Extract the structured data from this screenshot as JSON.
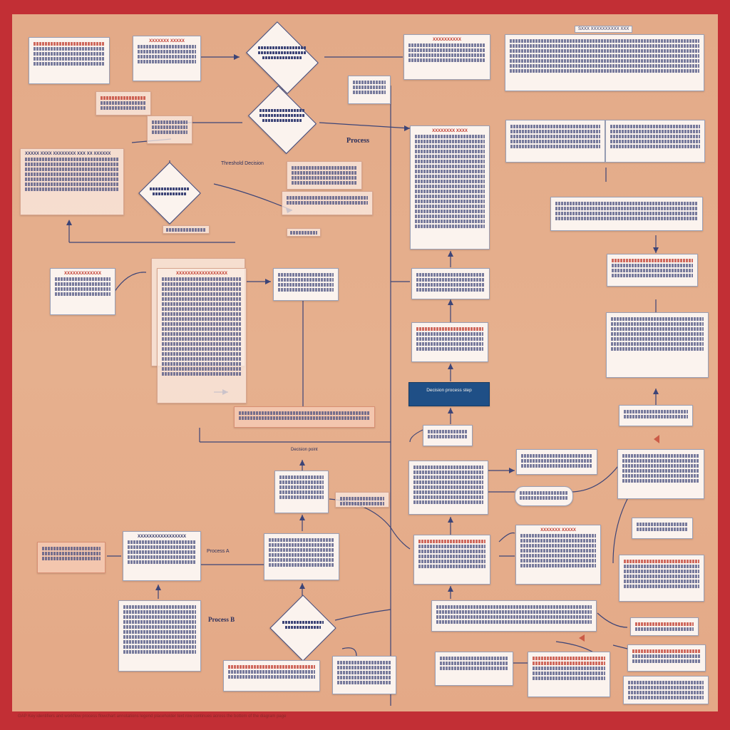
{
  "diagram": {
    "top_right_header": "SXXX XXXXXXXXXX XXX",
    "center_label": "Process",
    "left_label_1": "Threshold Decision",
    "left_label_2": "Process A",
    "lower_label_1": "Decision point",
    "lower_label_2": "Process B",
    "footer_text": "GAP Key identifiers and workflow process flowchart annotations legend placeholder text row continues across the bottom of the diagram page",
    "dark_box": "Decision process step",
    "nodes": [
      {
        "title": "XXXXXXX XXXXX"
      },
      {
        "title": "XXXXXXXXXX"
      },
      {
        "title": "XXXXXXXX XXXX"
      },
      {
        "title": "XXXXXXXXXXXXX"
      },
      {
        "title": "XXXXXXX XXXXX"
      }
    ]
  },
  "colors": {
    "frame": "#c22f35",
    "canvas": "#e4ab89",
    "box_fill": "#fbf3ee",
    "box_border": "#9aa0b6",
    "wire": "#3c4477",
    "accent_red": "#c0392b",
    "dark_box": "#1f4f86"
  }
}
